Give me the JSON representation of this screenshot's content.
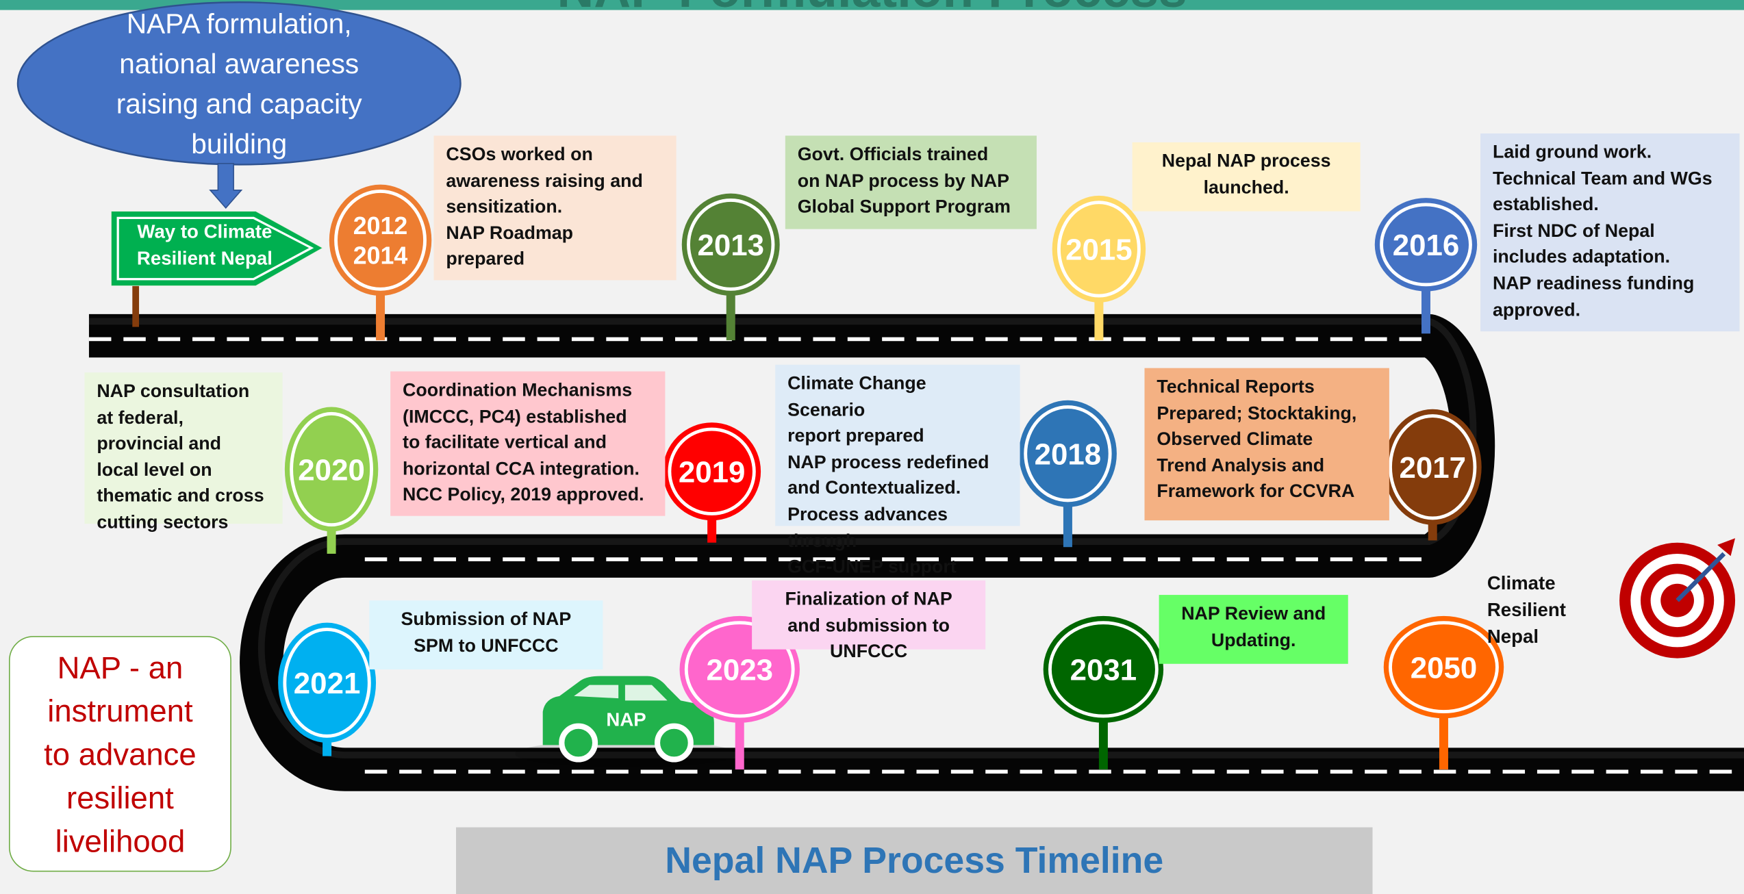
{
  "header_title": "NAP Formulation Process",
  "caption": "Nepal NAP Process Timeline",
  "napa_bubble": "NAPA formulation,\nnational awareness\nraising and capacity\nbuilding",
  "sign_text": "Way to Climate\nResilient Nepal",
  "nap_box": "NAP - an\ninstrument\nto advance\nresilient\nlivelihood",
  "car_label": "NAP",
  "end_label": "Climate\nResilient\nNepal",
  "target_icon": "target-icon",
  "colors": {
    "header": "#3aa88f",
    "road": "#0d0d0d",
    "napa_bubble": "#4472c4",
    "sign": "#00b050",
    "car": "#21b24c",
    "caption_text": "#2e75b6",
    "nap_box_text": "#c00000"
  },
  "milestones": [
    {
      "year_lines": [
        "2012",
        "2014"
      ],
      "color": "#ed7d31",
      "note": "CSOs worked on\nawareness raising and\nsensitization.\nNAP Roadmap\nprepared",
      "note_bg": "#fbe5d6"
    },
    {
      "year_lines": [
        "2013"
      ],
      "color": "#548235",
      "note": "Govt. Officials trained\non NAP process by NAP\nGlobal Support Program",
      "note_bg": "#c5e0b4"
    },
    {
      "year_lines": [
        "2015"
      ],
      "color": "#ffd966",
      "note": "Nepal NAP process\nlaunched.",
      "note_bg": "#fff2cc"
    },
    {
      "year_lines": [
        "2016"
      ],
      "color": "#4472c4",
      "note": "Laid ground work.\nTechnical Team and WGs\nestablished.\nFirst NDC of Nepal\nincludes adaptation.\nNAP readiness funding\napproved.",
      "note_bg": "#dae3f3"
    },
    {
      "year_lines": [
        "2017"
      ],
      "color": "#843c0c",
      "note": "Technical Reports\nPrepared; Stocktaking,\nObserved Climate\nTrend Analysis and\nFramework for CCVRA",
      "note_bg": "#f4b183"
    },
    {
      "year_lines": [
        "2018"
      ],
      "color": "#2e75b6",
      "note": "Climate Change Scenario\nreport prepared\nNAP process redefined\nand Contextualized.\nProcess advances through\nGCF-UNEP support",
      "note_bg": "#deebf7"
    },
    {
      "year_lines": [
        "2019"
      ],
      "color": "#ff0000",
      "note": "Coordination Mechanisms\n(IMCCC, PC4) established\nto facilitate vertical and\nhorizontal CCA integration.\nNCC Policy, 2019 approved.",
      "note_bg": "#ffc7ce"
    },
    {
      "year_lines": [
        "2020"
      ],
      "color": "#92d050",
      "note": "NAP consultation\nat federal,\nprovincial and\nlocal level on\nthematic and cross\ncutting sectors",
      "note_bg": "#ebf6df"
    },
    {
      "year_lines": [
        "2021"
      ],
      "color": "#00b0f0",
      "note": "Submission of NAP\nSPM to UNFCCC",
      "note_bg": "#ddf5fd"
    },
    {
      "year_lines": [
        "2023"
      ],
      "color": "#ff66cc",
      "note": "Finalization of NAP\nand submission to\nUNFCCC",
      "note_bg": "#fbd5f1"
    },
    {
      "year_lines": [
        "2031"
      ],
      "color": "#006600",
      "note": "NAP Review and\nUpdating.",
      "note_bg": "#66ff66"
    },
    {
      "year_lines": [
        "2050"
      ],
      "color": "#ff6600",
      "note": "",
      "note_bg": ""
    }
  ]
}
